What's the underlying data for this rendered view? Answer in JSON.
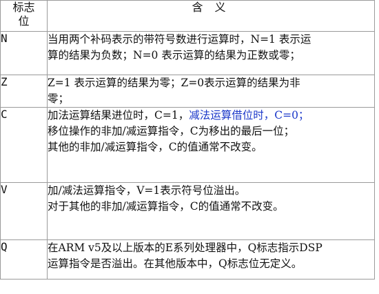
{
  "table": {
    "headers": {
      "flag_line1": "标志",
      "flag_line2": "位",
      "meaning": "含 义"
    },
    "rows": [
      {
        "flag": "N",
        "lines": [
          "当用两个补码表示的带符号数进行运算时，N=1 表示运",
          "算的结果为负数；N=0 表示运算的结果为正数或零；"
        ]
      },
      {
        "flag": "Z",
        "lines": [
          "Z=1 表示运算的结果为零；Z=0表示运算的结果为非",
          "零；"
        ]
      },
      {
        "flag": "C",
        "line1_black": "加法运算结果进位时，C=1，",
        "line1_blue": "减法运算借位时，C=0；",
        "lines": [
          "移位操作的非加/减运算指令，C为移出的最后一位；",
          "其他的非加/减运算指令，C的值通常不改变。"
        ]
      },
      {
        "flag": "V",
        "lines": [
          "加/减法运算指令，V=1表示符号位溢出。",
          "对于其他的非加/减运算指令，C的值通常不改变。"
        ]
      },
      {
        "flag": "Q",
        "lines": [
          "在ARM v5及以上版本的E系列处理器中，Q标志指示DSP",
          "运算指令是否溢出。在其他版本中，Q标志位无定义。"
        ]
      }
    ],
    "colors": {
      "highlight": "#1a37c9",
      "border": "#9a9a9a"
    }
  }
}
